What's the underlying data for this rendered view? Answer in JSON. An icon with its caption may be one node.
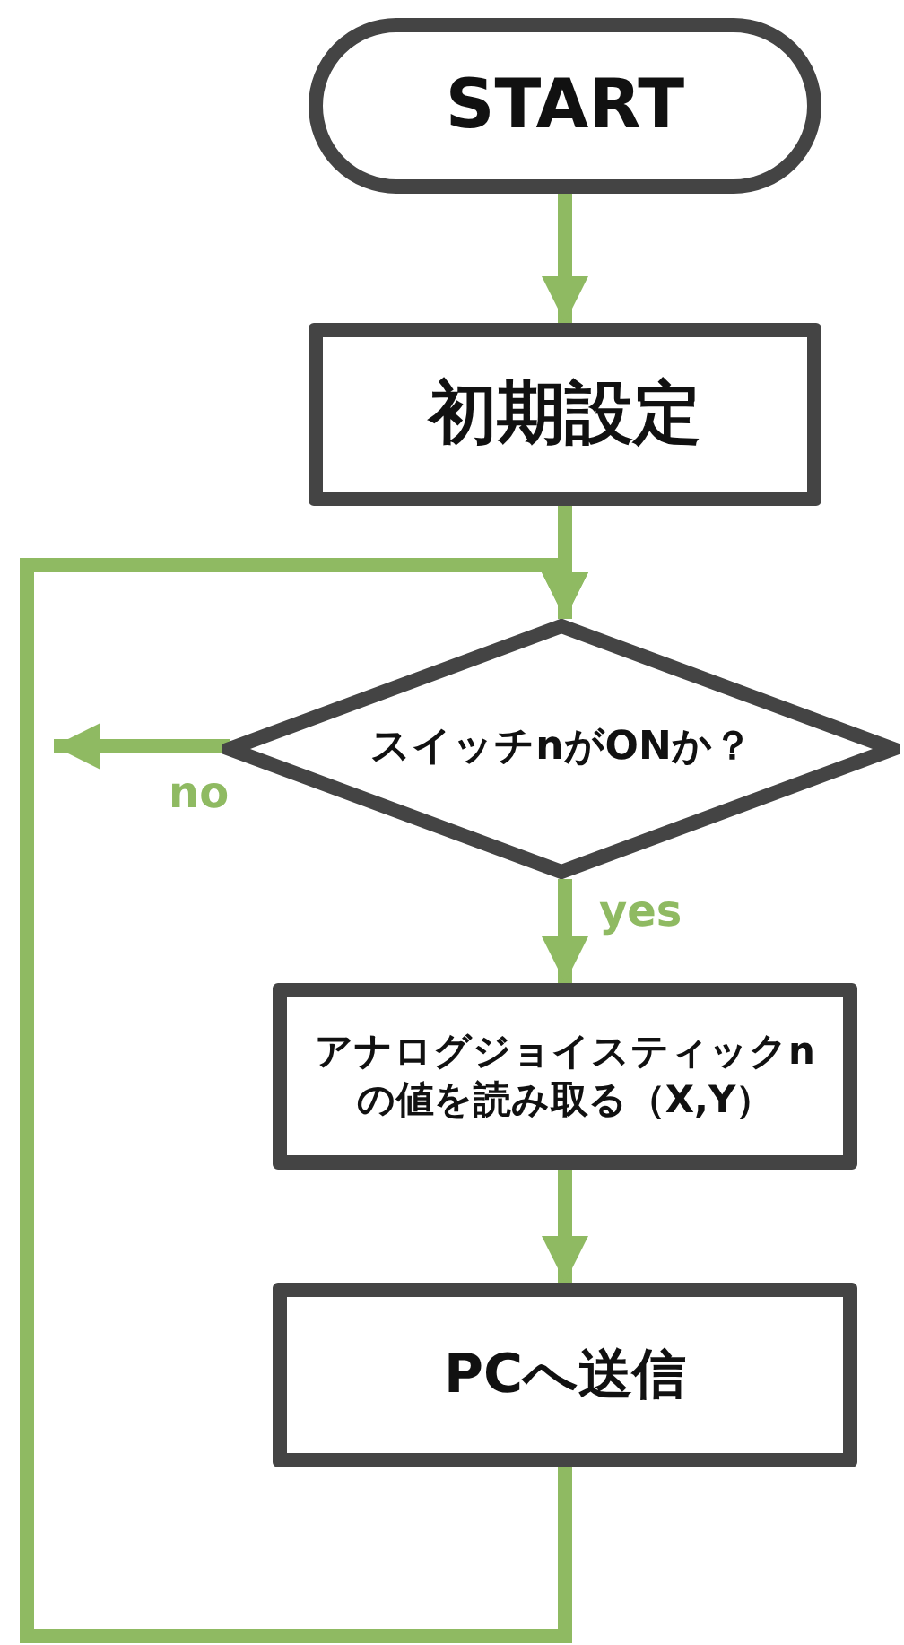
{
  "diagram": {
    "nodes": [
      {
        "text": [
          "START"
        ]
      },
      {
        "text": [
          "初期設定"
        ]
      },
      {
        "text": [
          "スイッチnがONか？"
        ]
      },
      {
        "text": [
          "アナログジョイスティックnの値を読み取る（X,Y）"
        ]
      },
      {
        "text": [
          "PCへ送信"
        ]
      }
    ],
    "edges": [
      {
        "from": 0,
        "to": 1,
        "arrow": "to"
      },
      {
        "from": 1,
        "to": 2,
        "arrow": "to"
      },
      {
        "from": 2,
        "to": null,
        "arrow": "to",
        "label": "no"
      },
      {
        "from": 2,
        "to": 3,
        "arrow": "to",
        "label": "yes"
      },
      {
        "from": 3,
        "to": 4,
        "arrow": "to"
      },
      {
        "from": 4,
        "to": 2,
        "arrow": "to"
      }
    ]
  }
}
